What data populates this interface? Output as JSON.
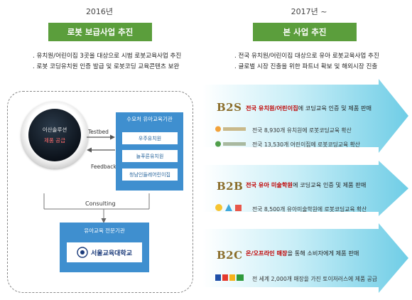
{
  "left": {
    "year": "2016년",
    "banner": "로봇 보급사업 추진",
    "bullets": [
      ". 유치원/어린이집 3곳을 대상으로 시범 로봇교육사업 추진",
      ". 로봇 코딩유치원 인증 발급 및 로봇코딩 교육콘텐츠 보완"
    ],
    "circle_line1": "이산솔루션",
    "circle_line2": "제품 공급",
    "testbed": "Testbed",
    "feedback": "Feedback",
    "institutions_title": "수요처 유아교육기관",
    "institutions": [
      "우주유치원",
      "늘푸른유치원",
      "청남인들레어린이집"
    ],
    "consulting": "Consulting",
    "expert_title": "유아교육 전문기관",
    "expert_logo": "서울교육대학교"
  },
  "right": {
    "year": "2017년 ~",
    "banner": "본 사업 추진",
    "bullets": [
      ". 전국 유치원/어린이집 대상으로 유아 로봇교육사업 추진",
      ". 글로벌 시장 진출을 위한 파트너 확보 및 해외시장 진출"
    ],
    "sections": [
      {
        "code": "B2S",
        "highlight": "전국 유치원/어린이집",
        "headline_rest": "에 코딩교육 인증 및 제품 판매",
        "details": [
          "전국 8,930개 유치원에 로봇코딩교육 확산",
          "전국 13,530개 어린이집에 로봇코딩교육 확산"
        ]
      },
      {
        "code": "B2B",
        "highlight": "전국 유아 미술학원",
        "headline_rest": "에 코딩교육 인증 및 제품 판매",
        "details": [
          "전국 8,500개 유아미술학원에 로봇코딩교육 확산"
        ]
      },
      {
        "code": "B2C",
        "highlight": "온/오프라인 매장",
        "headline_rest": "을 통해 소비자에게 제품 판매",
        "details": [
          "전 세계 2,000개 매장을 가진 토이저러스에 제품 공급"
        ]
      }
    ]
  },
  "colors": {
    "banner_green": "#5b9e3c",
    "panel_blue": "#3f8fcf",
    "arrow_cyan": "#7fd3ea",
    "highlight_red": "#c00000",
    "code_gold": "#8a6d2a"
  }
}
